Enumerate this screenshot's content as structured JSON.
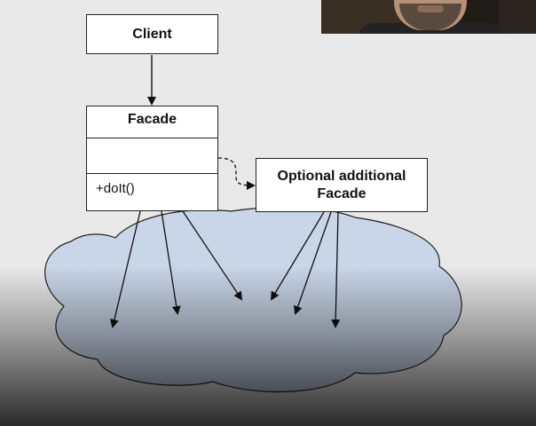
{
  "diagram": {
    "client": {
      "label": "Client"
    },
    "facade": {
      "label": "Facade",
      "operation": "+doIt()"
    },
    "optional_facade": {
      "line1": "Optional additional",
      "line2": "Facade"
    }
  },
  "colors": {
    "background": "#e9e9e9",
    "cloud_fill": "#c9d6e8",
    "box_fill": "#ffffff",
    "line": "#111111"
  },
  "icons": [
    "presenter-webcam-overlay"
  ]
}
